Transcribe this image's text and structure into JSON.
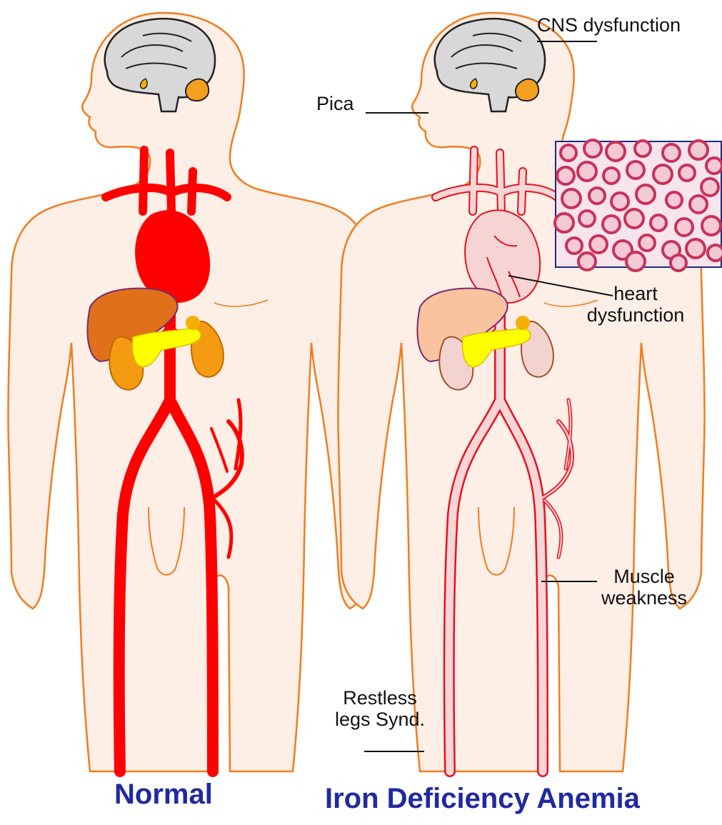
{
  "colors": {
    "skin_fill": "#fdeee6",
    "body_outline": "#f07d1f",
    "artery_normal": "#ff0000",
    "artery_anemia_fill": "#f9d6d6",
    "artery_anemia_stroke": "#e8101e",
    "title_color": "#1f2aa0",
    "liver_normal": "#e0701a",
    "liver_anemia": "#f8c39e",
    "pancreas": "#ffff00",
    "kidney_normal": "#f59b12",
    "kidney_anemia": "#f3d3d0"
  },
  "labels": {
    "cns": "CNS dysfunction",
    "pica": "Pica",
    "heart_line1": "heart",
    "heart_line2": "dysfunction",
    "muscle_line1": "Muscle",
    "muscle_line2": "weakness",
    "restless_line1": "Restless",
    "restless_line2": "legs Synd."
  },
  "titles": {
    "normal": "Normal",
    "anemia": "Iron Deficiency Anemia"
  },
  "inset": {
    "icon": "blood-smear-image"
  }
}
